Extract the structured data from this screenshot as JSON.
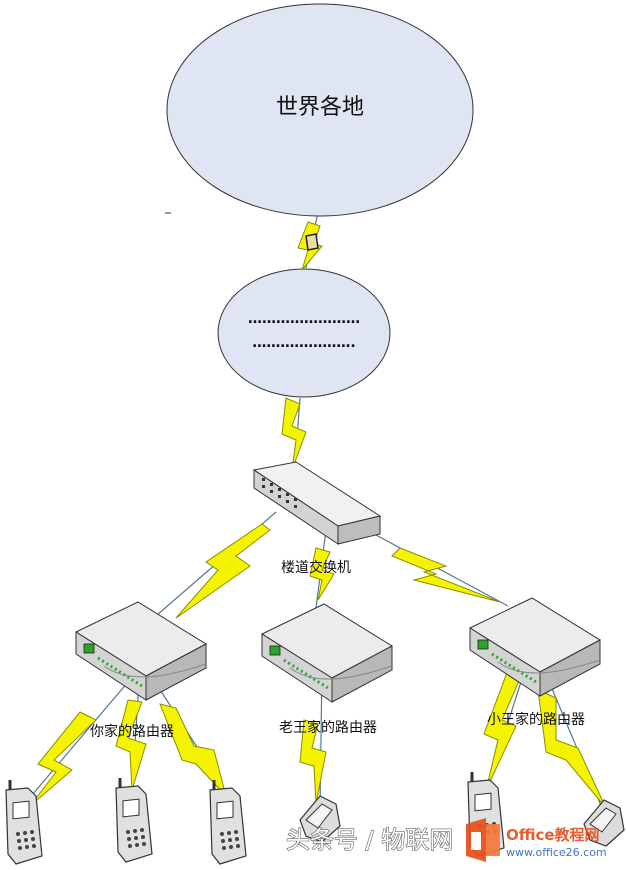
{
  "nodes": {
    "world": {
      "label": "世界各地"
    },
    "isp": {
      "line1": "……………………",
      "line2": "…………………."
    },
    "switch": {
      "label": "楼道交换机"
    },
    "routers": [
      {
        "label": "你家的路由器"
      },
      {
        "label": "老王家的路由器"
      },
      {
        "label": "小王家的路由器"
      }
    ]
  },
  "watermark": {
    "text": "头条号 / 物联网",
    "brand": "Office教程网",
    "url": "www.office26.com"
  },
  "colors": {
    "cloud_fill": "#dfe5f3",
    "bolt_fill": "#f4f400",
    "bolt_stroke": "#8c8c00",
    "device_fill": "#e3e3e3",
    "device_stroke": "#333333",
    "link_line": "#4f7a99",
    "brand_orange": "#e8501c"
  },
  "icons": [
    "router-icon",
    "switch-icon",
    "cell-phone-icon",
    "flip-phone-icon",
    "lightning-bolt-icon",
    "office-logo-icon"
  ]
}
